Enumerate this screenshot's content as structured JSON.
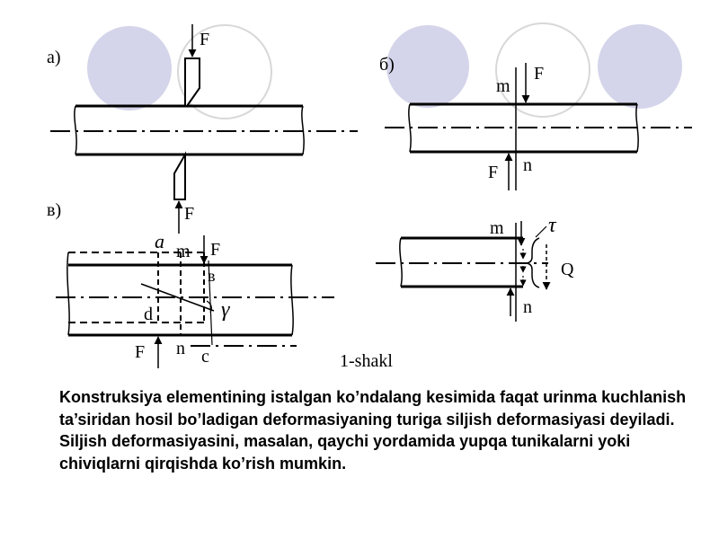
{
  "figure": {
    "caption": "1-shakl",
    "panel_a": {
      "label": "а)",
      "force_top": "F",
      "force_bottom": "F"
    },
    "panel_b": {
      "label": "б)",
      "point_top": "m",
      "force_top": "F",
      "point_bottom": "n",
      "force_bottom": "F"
    },
    "panel_v": {
      "label": "в)",
      "corner_a": "a",
      "point_m": "m",
      "force_top": "F",
      "corner_b": "в",
      "angle": "γ",
      "corner_d": "d",
      "force_bottom": "F",
      "point_n": "n",
      "corner_c": "c"
    },
    "panel_section": {
      "point_m": "m",
      "stress": "τ",
      "shear_force": "Q",
      "point_n": "n"
    }
  },
  "text": {
    "paragraph": "Konstruksiya elementining istalgan ko’ndalang kesimida faqat urinma kuchlanish ta’siridan hosil bo’ladigan deformasiyaning turiga siljish deformasiyasi deyiladi. Siljish deformasiyasini, masalan, qaychi yordamida yupqa tunikalarni yoki chiviqlarni qirqishda ko’rish mumkin."
  },
  "colors": {
    "decor_circle": "#d4d4ea",
    "decor_circle_outline": "#d8d8d8",
    "ink": "#000000"
  }
}
